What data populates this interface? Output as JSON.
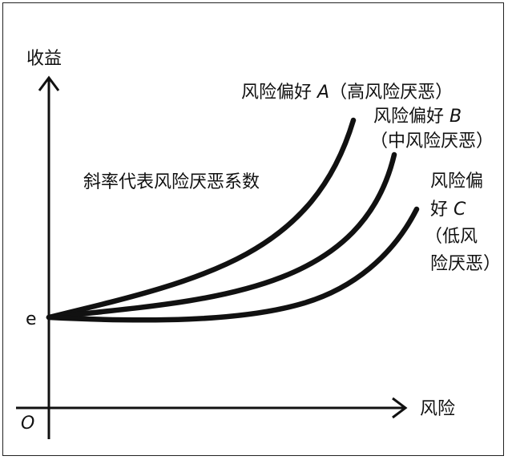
{
  "y_axis_label": "收益",
  "x_axis_label": "风险",
  "origin_label": "O",
  "intercept_label": "e",
  "description": "斜率代表风险厌恶系数",
  "curve_a": {
    "line1_prefix": "风险偏好 ",
    "letter": "A",
    "line1_suffix": "（高风险厌恶）"
  },
  "curve_b": {
    "line1_prefix": "风险偏好 ",
    "letter": "B",
    "line2": "（中风险厌恶）"
  },
  "curve_c": {
    "line1": "风险偏",
    "line2_prefix": "好 ",
    "letter": "C",
    "line3": "（低风",
    "line4": "险厌恶）"
  },
  "colors": {
    "line": "#111111",
    "background": "#ffffff"
  }
}
